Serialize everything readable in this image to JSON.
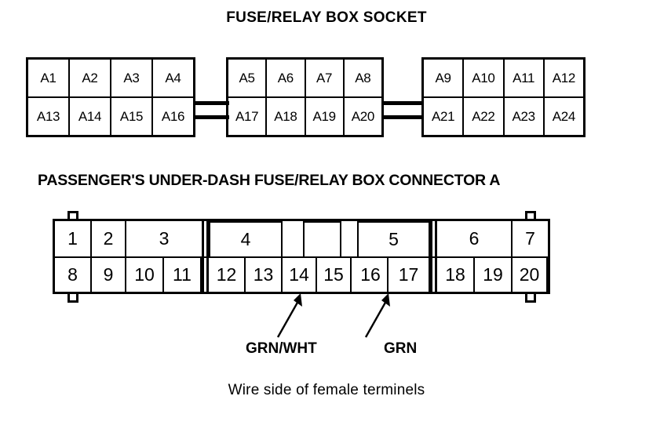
{
  "socket": {
    "title": "FUSE/RELAY BOX SOCKET",
    "groups": [
      {
        "name": "group-1",
        "top_row": [
          "A1",
          "A2",
          "A3",
          "A4"
        ],
        "bottom_row": [
          "A13",
          "A14",
          "A15",
          "A16"
        ]
      },
      {
        "name": "group-2",
        "top_row": [
          "A5",
          "A6",
          "A7",
          "A8"
        ],
        "bottom_row": [
          "A17",
          "A18",
          "A19",
          "A20"
        ]
      },
      {
        "name": "group-3",
        "top_row": [
          "A9",
          "A10",
          "A11",
          "A12"
        ],
        "bottom_row": [
          "A21",
          "A22",
          "A23",
          "A24"
        ]
      }
    ]
  },
  "connector": {
    "title": "PASSENGER'S UNDER-DASH FUSE/RELAY BOX CONNECTOR A",
    "top_row": [
      "1",
      "2",
      "3",
      "4",
      "",
      "5",
      "6",
      "7"
    ],
    "bottom_row": [
      "8",
      "9",
      "10",
      "11",
      "12",
      "13",
      "14",
      "15",
      "16",
      "17",
      "18",
      "19",
      "20"
    ],
    "wire_labels": [
      {
        "text": "GRN/WHT",
        "points_to": "14"
      },
      {
        "text": "GRN",
        "points_to": "16"
      }
    ]
  },
  "caption": "Wire side of female terminels",
  "colors": {
    "ink": "#000000",
    "paper": "#ffffff"
  }
}
